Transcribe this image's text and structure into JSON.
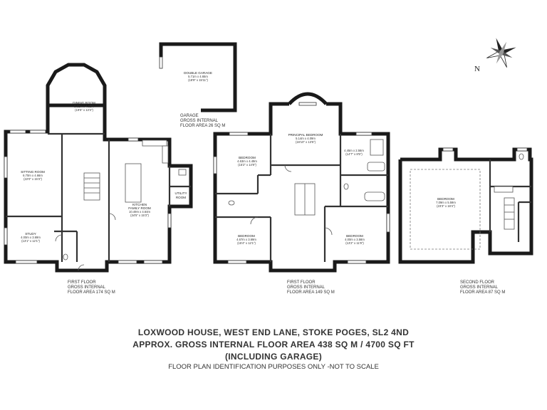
{
  "rooms": {
    "dining": {
      "name": "DINING ROOM",
      "metric": "5.92m x 4.05m",
      "imperial": "(19'5\" x 13'3\")"
    },
    "sitting": {
      "name": "SITTING ROOM",
      "metric": "6.70m x 4.66m",
      "imperial": "(22'0\" x 15'3\")"
    },
    "study": {
      "name": "STUDY",
      "metric": "4.00m x 3.69m",
      "imperial": "(13'1\" x 12'1\")"
    },
    "kitchen": {
      "name1": "KITCHEN",
      "name2": "FAMILY ROOM",
      "metric": "10.49m x 4.64m",
      "imperial": "(34'5\" x 15'3\")"
    },
    "utility": {
      "name": "UTILITY",
      "name2": "ROOM"
    },
    "garage": {
      "name": "DOUBLE GARAGE",
      "metric": "5.71m x 4.65m",
      "imperial": "(18'9\" x 15'11\")"
    },
    "bed1": {
      "name": "BEDROOM",
      "metric": "4.63m x 4.49m",
      "imperial": "(15'2\" x 14'9\")"
    },
    "principal": {
      "name": "PRINCIPAL BEDROOM",
      "metric": "5.14m x 4.09m",
      "imperial": "(16'10\" x 13'5\")"
    },
    "dressing": {
      "metric": "4.45m x 2.56m",
      "imperial": "(14'7\" x 8'5\")"
    },
    "bed2": {
      "name": "BEDROOM",
      "metric": "4.67m x 3.69m",
      "imperial": "(15'4\" x 12'1\")"
    },
    "bed3": {
      "name": "BEDROOM",
      "metric": "4.00m x 3.58m",
      "imperial": "(13'2\" x 11'9\")"
    },
    "bed4": {
      "name": "BEDROOM",
      "metric": "7.09m x 5.59m",
      "imperial": "(23'3\" x 18'4\")"
    }
  },
  "areas": {
    "garage": {
      "l1": "GARAGE",
      "l2": "GROSS INTERNAL",
      "l3": "FLOOR AREA 26 SQ M"
    },
    "ground": {
      "l1": "FIRST FLOOR",
      "l2": "GROSS INTERNAL",
      "l3": "FLOOR AREA 174 SQ M"
    },
    "first": {
      "l1": "FIRST FLOOR",
      "l2": "GROSS INTERNAL",
      "l3": "FLOOR AREA 149 SQ M"
    },
    "second": {
      "l1": "SECOND FLOOR",
      "l2": "GROSS INTERNAL",
      "l3": "FLOOR AREA 87 SQ M"
    }
  },
  "compass": {
    "north": "N"
  },
  "footer": {
    "address": "LOXWOOD HOUSE, WEST END LANE, STOKE POGES, SL2 4ND",
    "total": "APPROX. GROSS INTERNAL FLOOR AREA 438 SQ M / 4700 SQ FT",
    "including": "(INCLUDING GARAGE)",
    "disclaimer": "FLOOR PLAN IDENTIFICATION PURPOSES ONLY -NOT TO SCALE"
  }
}
